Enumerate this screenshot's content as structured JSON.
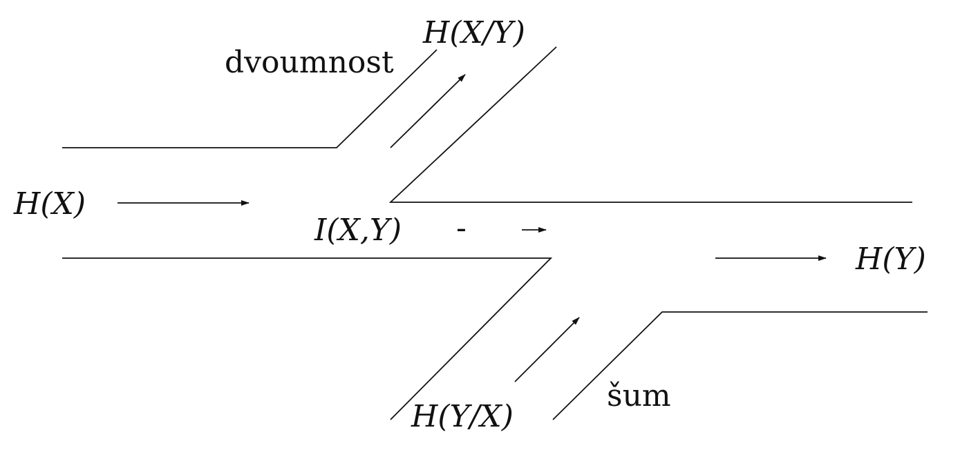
{
  "labels": {
    "hx": "H(X)",
    "hxy_cond": "H(X/Y)",
    "equivocation": "dvoumnost",
    "ixy": "I(X,Y)",
    "dash": "-",
    "hy": "H(Y)",
    "hyx_cond": "H(Y/X)",
    "noise": "šum"
  },
  "colors": {
    "ink": "#111111",
    "background": "#ffffff"
  }
}
